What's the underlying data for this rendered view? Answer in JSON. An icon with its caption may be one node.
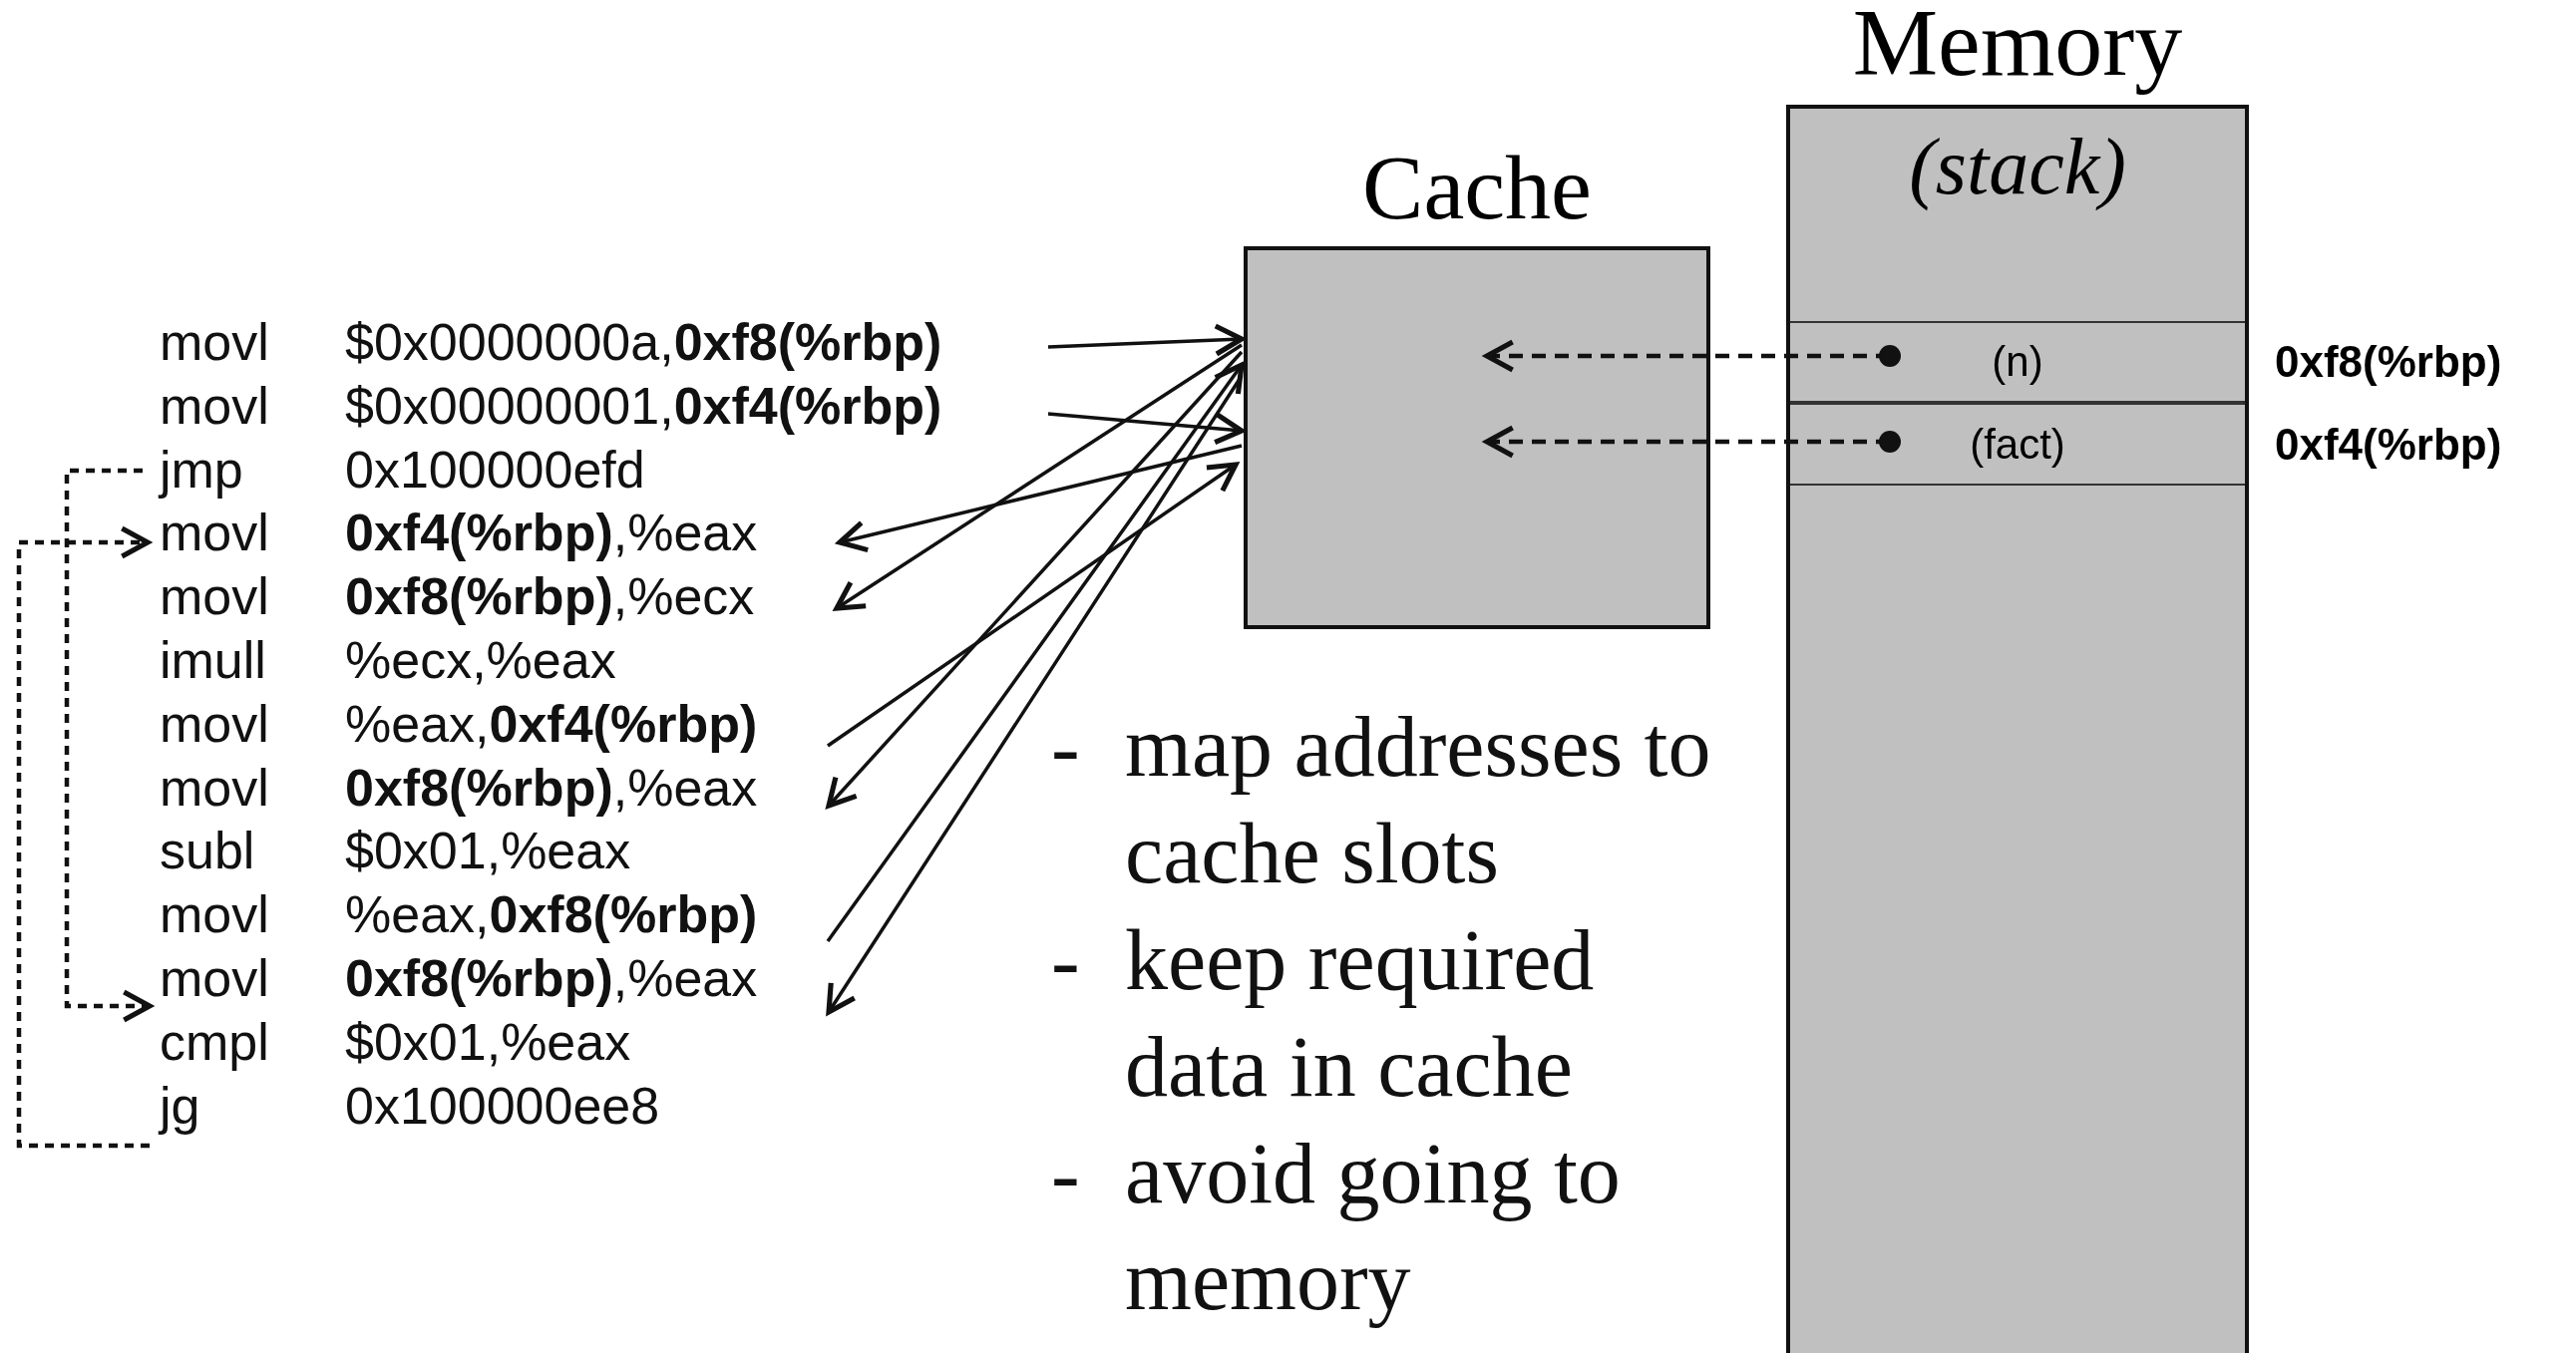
{
  "diagram": {
    "nodes": [
      {
        "text": [
          "Cache"
        ]
      },
      {
        "text": [
          "Memory",
          "(stack)"
        ]
      },
      {
        "text": [
          "(n)"
        ],
        "in": 1,
        "beside": [
          "0xf8(%rbp)"
        ]
      },
      {
        "text": [
          "(fact)"
        ],
        "in": 1,
        "beside": [
          "0xf4(%rbp)"
        ]
      },
      {
        "text": [
          "movl",
          "$0x0000000a,**0xf8(%rbp)**"
        ]
      },
      {
        "text": [
          "movl",
          "$0x00000001,**0xf4(%rbp)**"
        ]
      },
      {
        "text": [
          "jmp",
          "0x100000efd"
        ]
      },
      {
        "text": [
          "movl",
          "**0xf4(%rbp)**,%eax"
        ]
      },
      {
        "text": [
          "movl",
          "**0xf8(%rbp)**,%ecx"
        ]
      },
      {
        "text": [
          "imull",
          "%ecx,%eax"
        ]
      },
      {
        "text": [
          "movl",
          "%eax,**0xf4(%rbp)**"
        ]
      },
      {
        "text": [
          "movl",
          "**0xf8(%rbp)**,%eax"
        ]
      },
      {
        "text": [
          "subl",
          "$0x01,%eax"
        ]
      },
      {
        "text": [
          "movl",
          "%eax,**0xf8(%rbp)**"
        ]
      },
      {
        "text": [
          "movl",
          "**0xf8(%rbp)**,%eax"
        ]
      },
      {
        "text": [
          "cmpl",
          "$0x01,%eax"
        ]
      },
      {
        "text": [
          "jg",
          "0x100000ee8"
        ]
      }
    ],
    "edges": [
      {
        "from": 4,
        "to": 0,
        "arrow": "to"
      },
      {
        "from": 5,
        "to": 0,
        "arrow": "to"
      },
      {
        "from": 0,
        "to": 7,
        "arrow": "to"
      },
      {
        "from": 0,
        "to": 8,
        "arrow": "to"
      },
      {
        "from": 10,
        "to": 0,
        "arrow": "to"
      },
      {
        "from": 0,
        "to": 11,
        "arrow": "to"
      },
      {
        "from": 13,
        "to": 0,
        "arrow": "to"
      },
      {
        "from": 0,
        "to": 14,
        "arrow": "to"
      },
      {
        "from": 2,
        "to": 0,
        "arrow": "to",
        "style": "dashed"
      },
      {
        "from": 3,
        "to": 0,
        "arrow": "to",
        "style": "dashed"
      },
      {
        "from": 6,
        "to": 14,
        "arrow": "to",
        "style": "dashed"
      },
      {
        "from": 16,
        "to": 7,
        "arrow": "to",
        "style": "dashed"
      }
    ],
    "labels": [
      "-",
      "map addresses to cache slots",
      "-",
      "keep required data in cache",
      "-",
      "avoid going to memory"
    ]
  }
}
